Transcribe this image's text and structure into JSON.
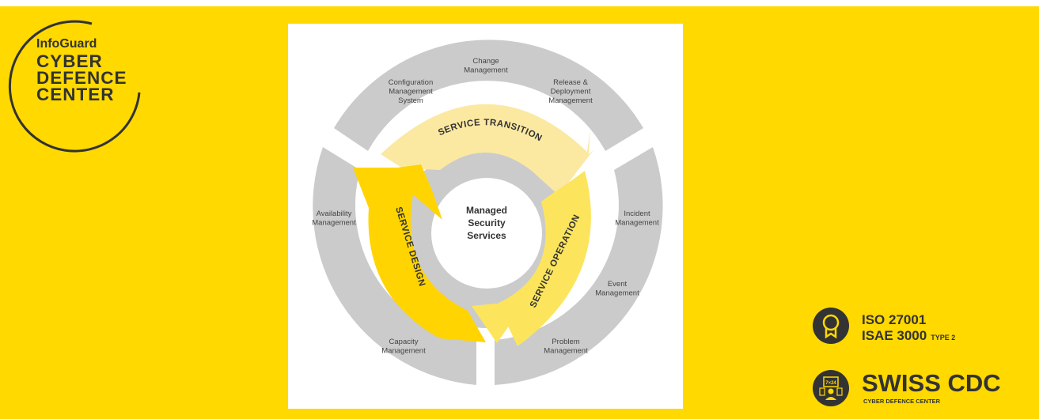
{
  "logo": {
    "brand": "InfoGuard",
    "lines": [
      "CYBER",
      "DEFENCE",
      "CENTER"
    ]
  },
  "diagram": {
    "center": [
      "Managed",
      "Security",
      "Services"
    ],
    "stages": {
      "transition": "SERVICE TRANSITION",
      "design": "SERVICE DESIGN",
      "operation": "SERVICE OPERATION"
    },
    "processes": {
      "change": [
        "Change",
        "Management"
      ],
      "configuration": [
        "Configuration",
        "Management",
        "System"
      ],
      "release": [
        "Release &",
        "Deployment",
        "Management"
      ],
      "availability": [
        "Availability",
        "Management"
      ],
      "capacity": [
        "Capacity",
        "Management"
      ],
      "incident": [
        "Incident",
        "Management"
      ],
      "event": [
        "Event",
        "Management"
      ],
      "problem": [
        "Problem",
        "Management"
      ]
    }
  },
  "certifications": {
    "iso": "ISO 27001",
    "isae": "ISAE 3000",
    "isae_type": "TYPE 2",
    "cdc_title": "SWISS CDC",
    "cdc_sub": "CYBER DEFENCE CENTER",
    "cdc_icon_text": "7×24"
  },
  "colors": {
    "background": "#ffd900",
    "ring": "#cbcbcb",
    "transition_arrow": "#fbe9a2",
    "design_arrow": "#ffd400",
    "operation_arrow": "#fce55c",
    "text_dark": "#333333"
  }
}
